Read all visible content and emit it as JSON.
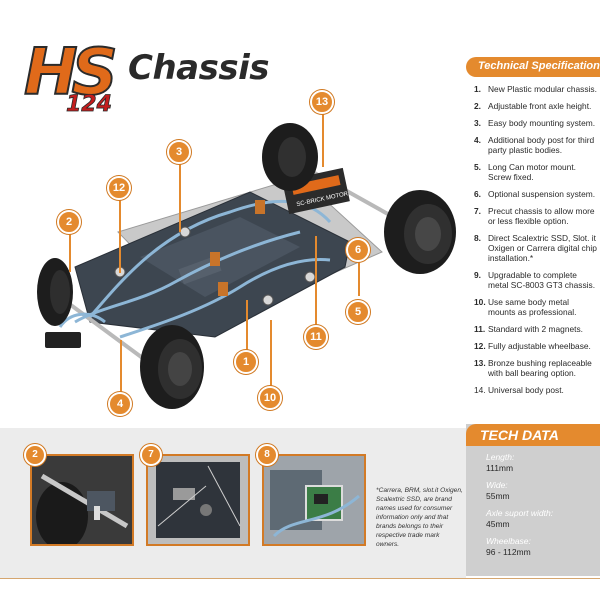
{
  "logo": {
    "letters": "HS",
    "number": "124"
  },
  "headline": "Chassis",
  "specs": {
    "title": "Technical Specifications",
    "items": [
      {
        "num": "1.",
        "text": "New Plastic modular chassis."
      },
      {
        "num": "2.",
        "text": "Adjustable front axle height."
      },
      {
        "num": "3.",
        "text": "Easy body mounting system."
      },
      {
        "num": "4.",
        "text": "Additional body post for third party plastic bodies."
      },
      {
        "num": "5.",
        "text": "Long Can motor mount. Screw fixed."
      },
      {
        "num": "6.",
        "text": "Optional suspension system."
      },
      {
        "num": "7.",
        "text": "Precut chassis to allow more or less flexible option."
      },
      {
        "num": "8.",
        "text": "Direct Scalextric SSD, Slot. it Oxigen or Carrera digital chip installation.*"
      },
      {
        "num": "9.",
        "text": "Upgradable to complete metal SC-8003 GT3 chassis."
      },
      {
        "num": "10.",
        "text": "Use same body metal mounts as professional."
      },
      {
        "num": "11.",
        "text": "Standard with 2 magnets."
      },
      {
        "num": "12.",
        "text": "Fully adjustable wheelbase."
      },
      {
        "num": "13.",
        "text": "Bronze bushing replaceable with ball bearing option."
      },
      {
        "num": "14.",
        "text": "Universal body post."
      }
    ]
  },
  "tech_data": {
    "title": "TECH DATA",
    "rows": [
      {
        "label": "Length:",
        "value": "111mm"
      },
      {
        "label": "Wide:",
        "value": "55mm"
      },
      {
        "label": "Axle suport width:",
        "value": "45mm"
      },
      {
        "label": "Wheelbase:",
        "value": "96 - 112mm"
      }
    ]
  },
  "callouts": [
    "13",
    "3",
    "12",
    "2",
    "6",
    "5",
    "11",
    "1",
    "4",
    "10"
  ],
  "thumbnails": [
    "2",
    "7",
    "8"
  ],
  "footnote": "*Carrera, BRM, slot.it Oxigen, Scalextric SSD, are brand names used for consumer information only and that brands belongs to their respective trade mark owners.",
  "motor_label": "SC-BRICK MOTOR",
  "colors": {
    "accent": "#e48a2e",
    "chassis": "#3d4650",
    "tube": "#8db6d6",
    "tech_bg": "#cfcfcf"
  }
}
